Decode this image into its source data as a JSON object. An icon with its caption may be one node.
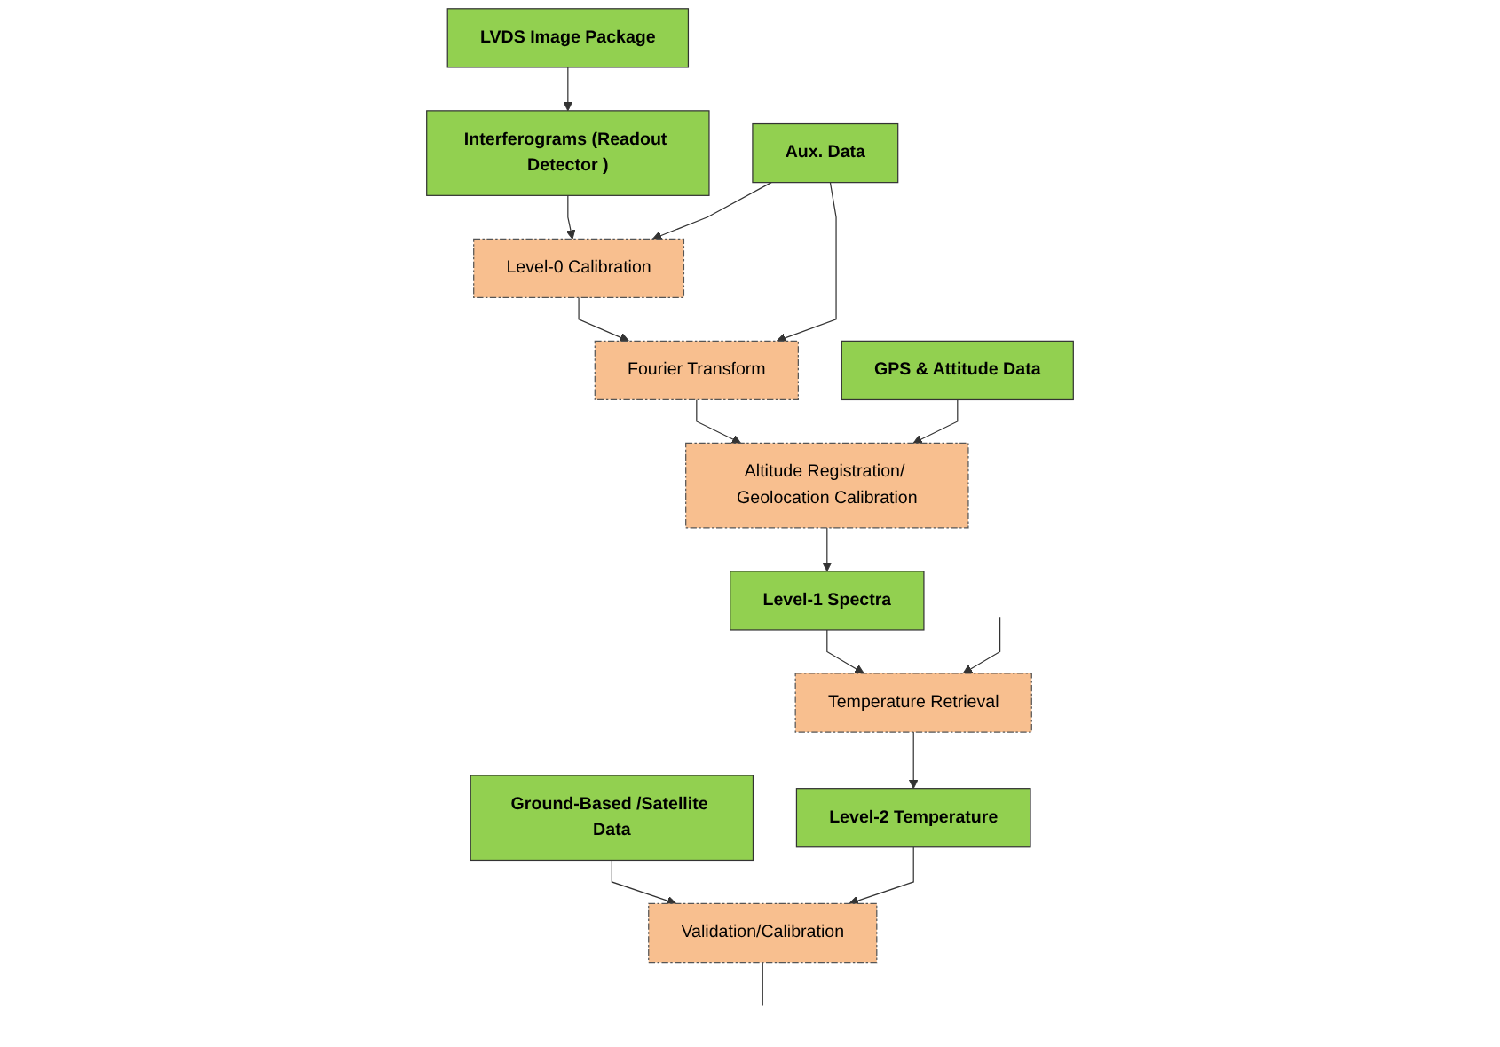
{
  "diagram": {
    "nodes": [
      {
        "text": [
          "LVDS Image Package"
        ]
      },
      {
        "text": [
          "Interferograms (Readout Detector )"
        ]
      },
      {
        "text": [
          "Level-0 Calibration"
        ]
      },
      {
        "text": [
          "Aux. Data"
        ]
      },
      {
        "text": [
          "Fourier Transform"
        ]
      },
      {
        "text": [
          "Altitude Registration/ Geolocation Calibration"
        ]
      },
      {
        "text": [
          "GPS & Attitude Data"
        ]
      },
      {
        "text": [
          "Level-1 Spectra"
        ]
      },
      {
        "text": [
          "Ground-Based /Satellite Data"
        ]
      },
      {
        "text": [
          "Temperature Retrieval"
        ]
      },
      {
        "text": [
          "Validation/Calibration"
        ]
      },
      {
        "text": [
          "Level-2 Temperature"
        ]
      }
    ],
    "edges": [
      {
        "from": 0,
        "to": 1,
        "arrow": "to"
      },
      {
        "from": 1,
        "to": 2,
        "arrow": "to"
      },
      {
        "from": 3,
        "to": 2,
        "arrow": "to"
      },
      {
        "from": 3,
        "to": 4,
        "arrow": "to"
      },
      {
        "from": 2,
        "to": 4,
        "arrow": "to"
      },
      {
        "from": 4,
        "to": 5,
        "arrow": "to"
      },
      {
        "from": 6,
        "to": 5,
        "arrow": "to"
      },
      {
        "from": 5,
        "to": 7,
        "arrow": "to"
      },
      {
        "from": 7,
        "to": 9,
        "arrow": "to"
      },
      {
        "from": 8,
        "to": 10,
        "arrow": "to"
      },
      {
        "from": 9,
        "to": 11,
        "arrow": "to"
      },
      {
        "from": 11,
        "to": 10,
        "arrow": "to"
      },
      {
        "from": 10,
        "to": null,
        "arrow": "none"
      },
      {
        "from": null,
        "to": 9,
        "arrow": "to"
      }
    ]
  }
}
